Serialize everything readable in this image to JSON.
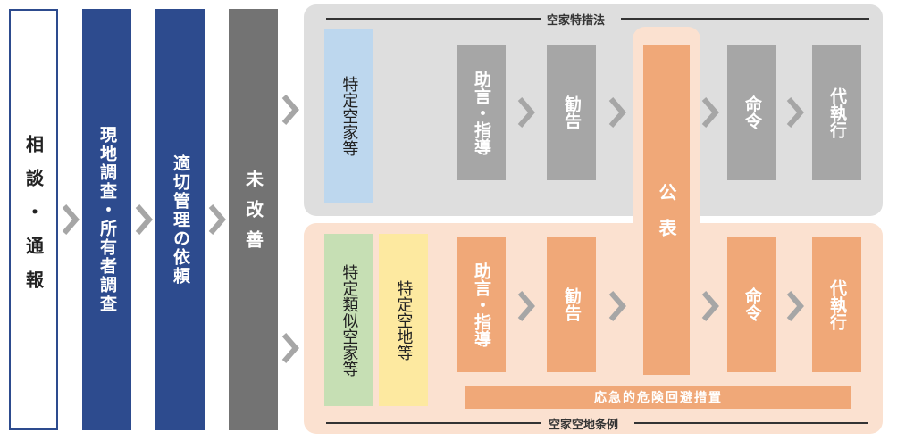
{
  "steps": {
    "consult": "相談・通報",
    "survey": "現地調査・所有者調査",
    "request": "適切管理の依頼",
    "unimproved": "未改善"
  },
  "top_panel": {
    "title": "空家特措法",
    "target": "特定空家等",
    "advice": "助言・指導",
    "recommend": "勧告",
    "order": "命令",
    "execution": "代執行"
  },
  "publish": "公表",
  "bottom_panel": {
    "title": "空家空地条例",
    "target1": "特定類似空家等",
    "target2": "特定空地等",
    "advice": "助言・指導",
    "recommend": "勧告",
    "order": "命令",
    "execution": "代執行",
    "emergency": "応急的危険回避措置"
  },
  "colors": {
    "navy": "#2d4b8e",
    "dark_gray": "#737373",
    "gray_box": "#a6a6a6",
    "panel_gray": "#dedede",
    "panel_orange": "#fbe1d0",
    "orange": "#f0a878",
    "blue_light": "#bdd7ee",
    "green_light": "#c6dfb4",
    "yellow_light": "#fde9a0"
  }
}
